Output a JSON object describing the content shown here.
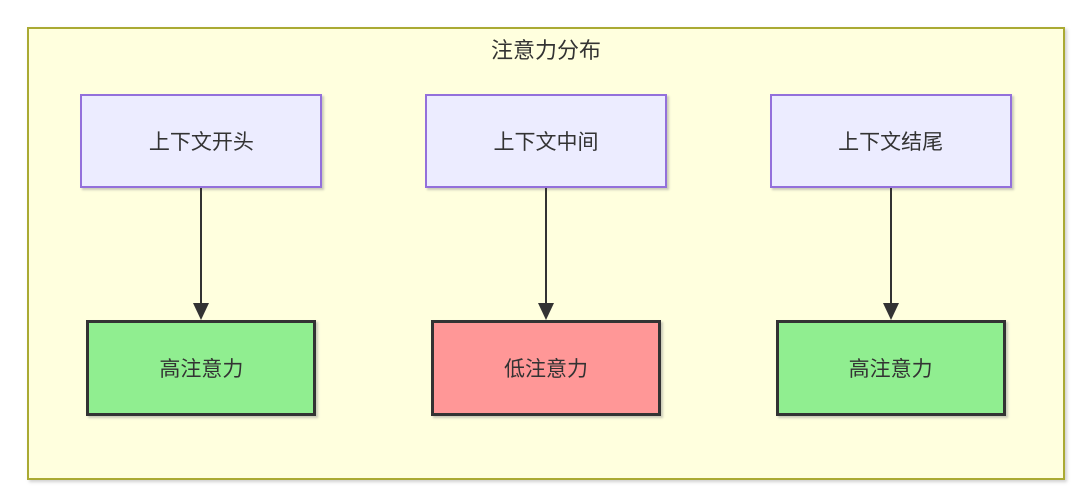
{
  "diagram": {
    "title": "注意力分布",
    "columns": [
      {
        "source": "上下文开头",
        "target": "高注意力",
        "level": "high"
      },
      {
        "source": "上下文中间",
        "target": "低注意力",
        "level": "low"
      },
      {
        "source": "上下文结尾",
        "target": "高注意力",
        "level": "high"
      }
    ],
    "colors": {
      "container_bg": "#ffffde",
      "container_border": "#aaaa33",
      "source_bg": "#ececff",
      "source_border": "#9370db",
      "high_attention_bg": "#90ee90",
      "low_attention_bg": "#ff9797",
      "target_border": "#333333",
      "arrow": "#333333",
      "text": "#333333"
    }
  }
}
